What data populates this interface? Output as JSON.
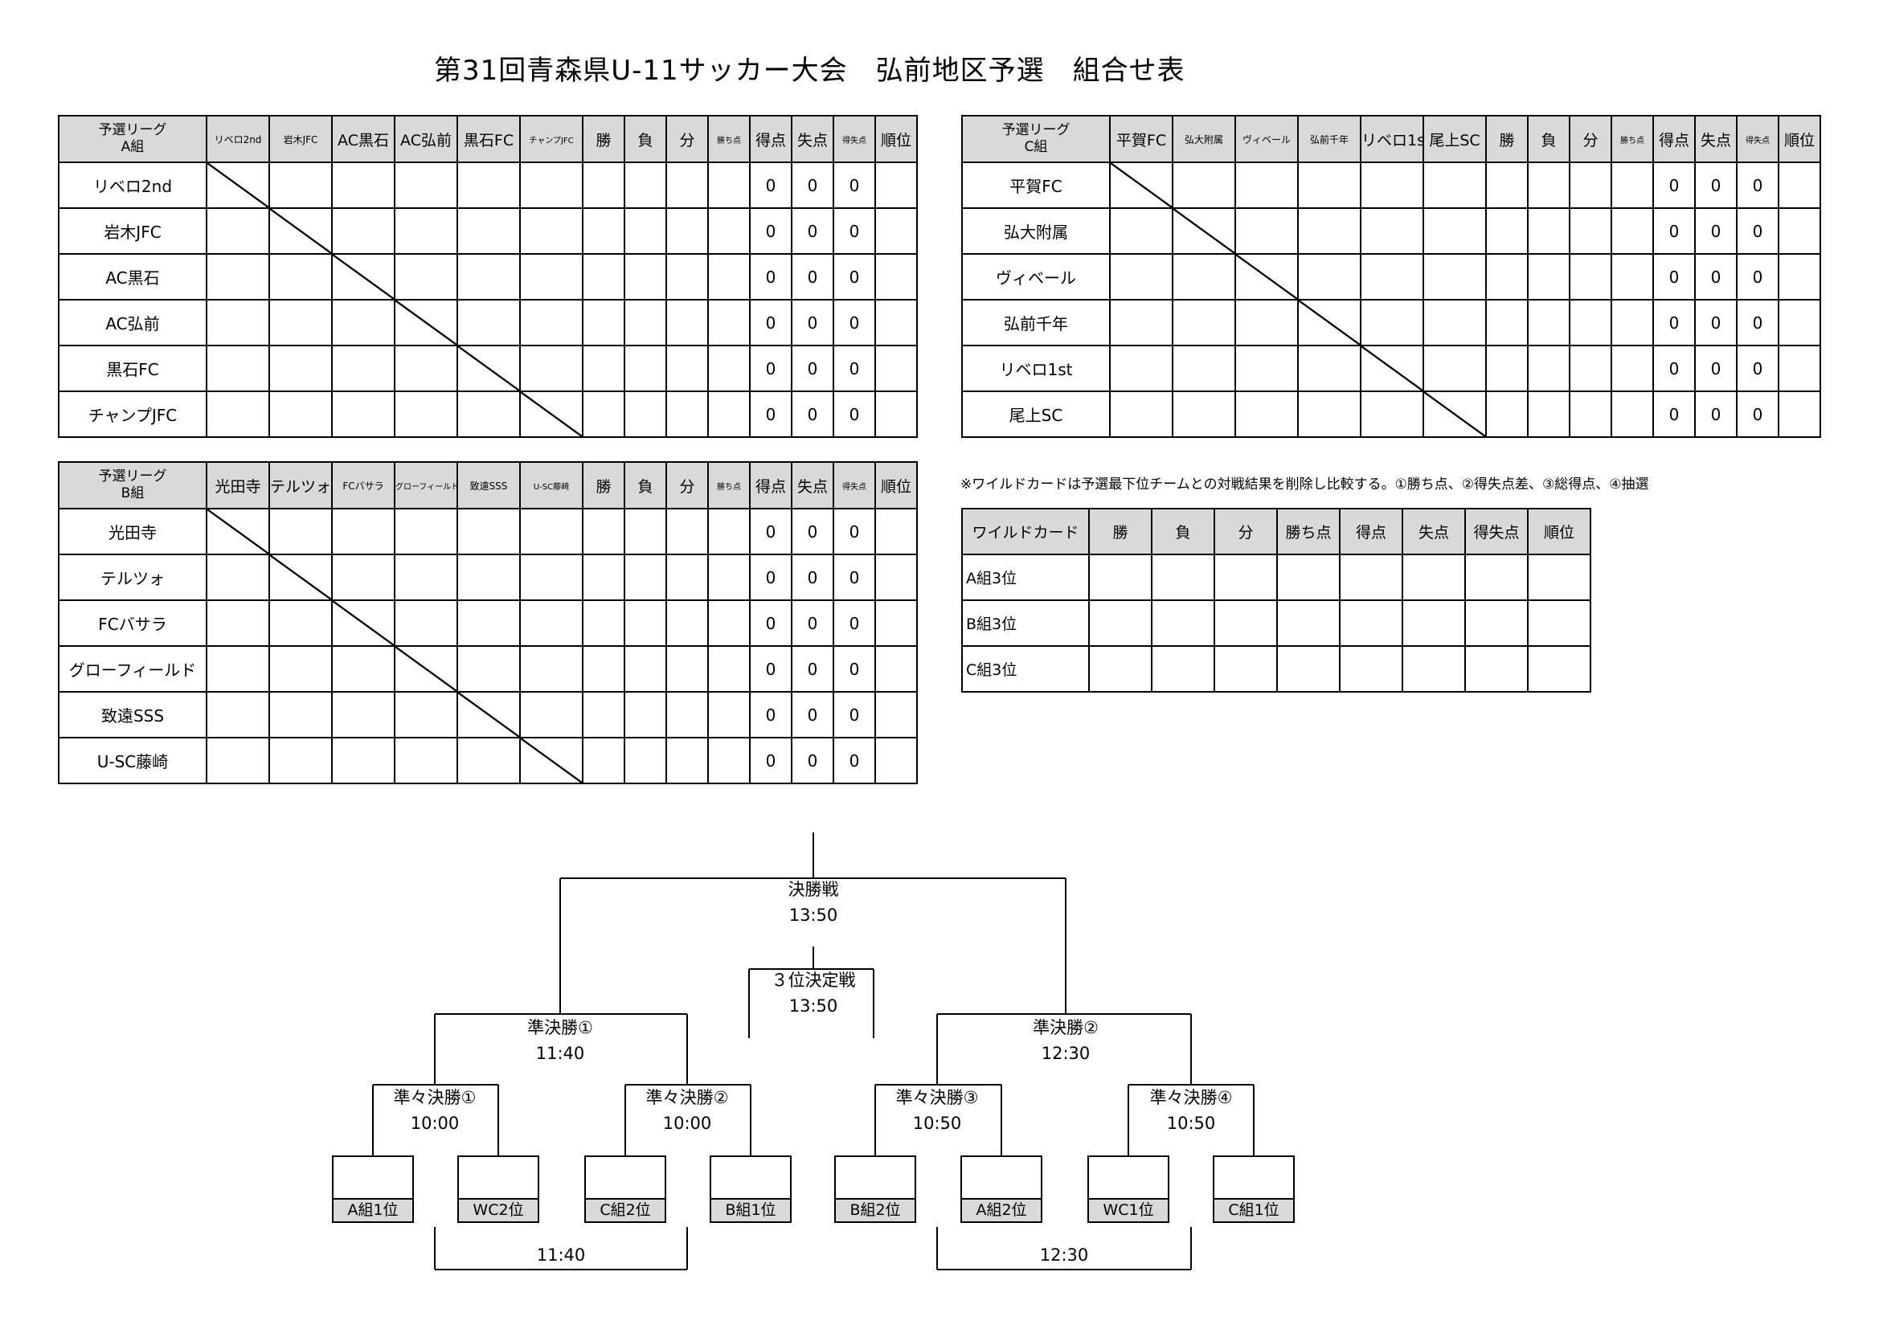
{
  "title": "第31回青森県U-11サッカー大会　弘前地区予選　組合せ表",
  "stat_headers": [
    "勝",
    "負",
    "分",
    "勝ち点",
    "得点",
    "失点",
    "得失点",
    "順位"
  ],
  "leagues": [
    {
      "id": "a",
      "corner": [
        "予選リーグ",
        "A組"
      ],
      "teams": [
        "リベロ2nd",
        "岩木JFC",
        "AC黒石",
        "AC弘前",
        "黒石FC",
        "チャンプJFC"
      ],
      "score": [
        "0",
        "0",
        "0"
      ]
    },
    {
      "id": "c",
      "corner": [
        "予選リーグ",
        "C組"
      ],
      "teams": [
        "平賀FC",
        "弘大附属",
        "ヴィベール",
        "弘前千年",
        "リベロ1st",
        "尾上SC"
      ],
      "score": [
        "0",
        "0",
        "0"
      ]
    },
    {
      "id": "b",
      "corner": [
        "予選リーグ",
        "B組"
      ],
      "teams": [
        "光田寺",
        "テルツォ",
        "FCバサラ",
        "グローフィールド",
        "致遠SSS",
        "U-SC藤崎"
      ],
      "score": [
        "0",
        "0",
        "0"
      ]
    }
  ],
  "wildcard": {
    "note": "※ワイルドカードは予選最下位チームとの対戦結果を削除し比較する。①勝ち点、②得失点差、③総得点、④抽選",
    "headers": [
      "ワイルドカード",
      "勝",
      "負",
      "分",
      "勝ち点",
      "得点",
      "失点",
      "得失点",
      "順位"
    ],
    "rows": [
      "A組3位",
      "B組3位",
      "C組3位"
    ]
  },
  "bracket": {
    "final": {
      "name": "決勝戦",
      "time": "13:50"
    },
    "third": {
      "name": "３位決定戦",
      "time": "13:50"
    },
    "semis": [
      {
        "name": "準決勝①",
        "time": "11:40"
      },
      {
        "name": "準決勝②",
        "time": "12:30"
      }
    ],
    "quarters": [
      {
        "name": "準々決勝①",
        "time": "10:00"
      },
      {
        "name": "準々決勝②",
        "time": "10:00"
      },
      {
        "name": "準々決勝③",
        "time": "10:50"
      },
      {
        "name": "準々決勝④",
        "time": "10:50"
      }
    ],
    "slots": [
      "A組1位",
      "WC2位",
      "C組2位",
      "B組1位",
      "B組2位",
      "A組2位",
      "WC1位",
      "C組1位"
    ],
    "bottom_times": [
      "11:40",
      "12:30"
    ]
  }
}
